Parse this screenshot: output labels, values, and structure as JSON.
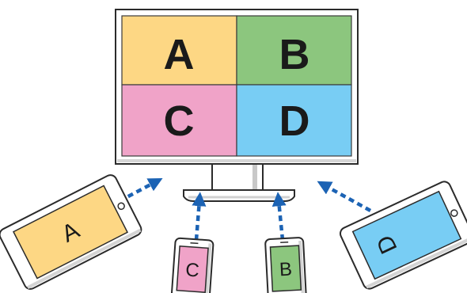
{
  "monitor": {
    "quadrants": [
      {
        "label": "A",
        "color": "#fdd784"
      },
      {
        "label": "B",
        "color": "#8cc67e"
      },
      {
        "label": "C",
        "color": "#f0a3c8"
      },
      {
        "label": "D",
        "color": "#78cdf4"
      }
    ],
    "bezel_color": "#ffffff",
    "outline_color": "#2b2b2b"
  },
  "devices": [
    {
      "type": "tablet",
      "label": "A",
      "color": "#fdd784"
    },
    {
      "type": "phone",
      "label": "C",
      "color": "#f0a3c8"
    },
    {
      "type": "phone",
      "label": "B",
      "color": "#8cc67e"
    },
    {
      "type": "tablet",
      "label": "D",
      "color": "#78cdf4"
    }
  ],
  "arrow_color": "#1c63b4"
}
